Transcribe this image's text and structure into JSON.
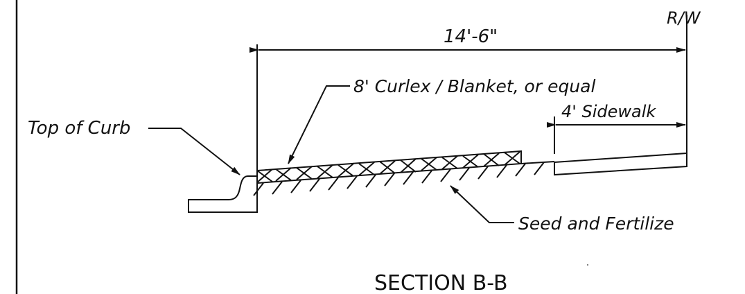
{
  "drawing": {
    "labels": {
      "row": "R/W",
      "overall_dimension": "14'-6\"",
      "blanket": "8' Curlex / Blanket, or equal",
      "sidewalk": "4' Sidewalk",
      "top_of_curb": "Top of Curb",
      "seed": "Seed and Fertilize"
    },
    "section_title": "SECTION B-B"
  },
  "colors": {
    "ink": "#111111",
    "paper": "#ffffff"
  }
}
